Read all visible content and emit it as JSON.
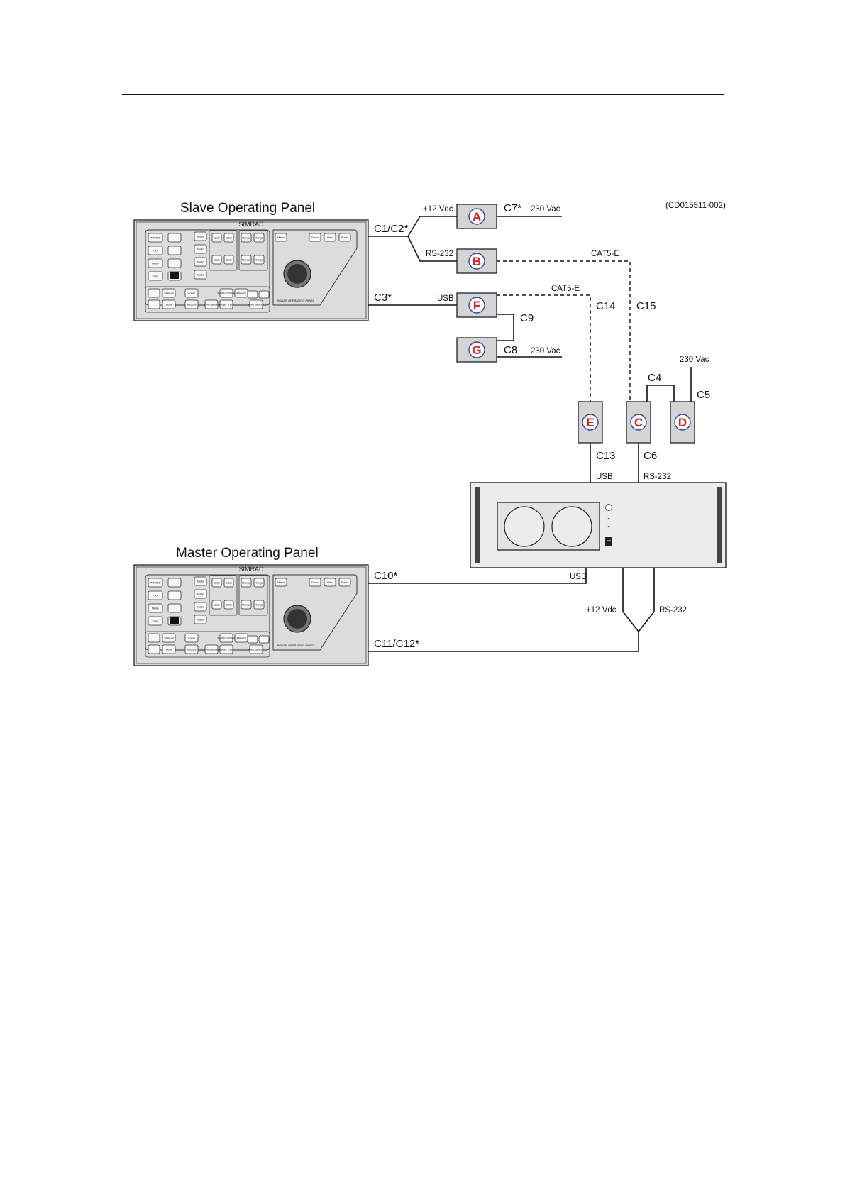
{
  "figure_code": "(CD015511-002)",
  "panels": {
    "slave": {
      "title": "Slave Operating Panel",
      "brand": "SIMRAD",
      "caption": "SONAR OPERATING PANEL"
    },
    "master": {
      "title": "Master Operating Panel",
      "brand": "SIMRAD",
      "caption": "SONAR OPERATING PANEL"
    }
  },
  "panel_keys": {
    "column1": [
      "POWER",
      "On",
      "Mbby",
      "Over"
    ],
    "mode": [
      "Mode",
      "Mode",
      "Mode",
      "Mode"
    ],
    "gain": [
      "Gain",
      "Gain",
      "Gain",
      "Gain"
    ],
    "range": [
      "Range",
      "Range",
      "Range",
      "Range"
    ],
    "top_right": [
      "Menu",
      "Sound",
      "View",
      "Stand"
    ],
    "bottom": [
      "Manual",
      "Auto",
      "Zoom",
      "Record",
      "Off Centre",
      "Position Track",
      "Target Track",
      "Manual",
      "Auto Search"
    ]
  },
  "units": [
    {
      "id": "A",
      "letter": "A"
    },
    {
      "id": "B",
      "letter": "B"
    },
    {
      "id": "F",
      "letter": "F"
    },
    {
      "id": "G",
      "letter": "G"
    },
    {
      "id": "E",
      "letter": "E"
    },
    {
      "id": "C",
      "letter": "C"
    },
    {
      "id": "D",
      "letter": "D"
    }
  ],
  "cables": {
    "c1c2": "C1/C2*",
    "c3": "C3*",
    "c4": "C4",
    "c5": "C5",
    "c6": "C6",
    "c7": "C7*",
    "c8": "C8",
    "c9": "C9",
    "c10": "C10*",
    "c11c12": "C11/C12*",
    "c13": "C13",
    "c14": "C14",
    "c15": "C15"
  },
  "signals": {
    "plus12_a": "+12 Vdc",
    "rs232_b": "RS-232",
    "usb_f": "USB",
    "cat5e_b": "CAT5-E",
    "cat5e_f": "CAT5-E",
    "vac_a": "230 Vac",
    "vac_g": "230 Vac",
    "vac_d": "230 Vac",
    "usb_e": "USB",
    "rs232_c": "RS-232",
    "usb_master": "USB",
    "plus12_master": "+12 Vdc",
    "rs232_master": "RS-232"
  }
}
